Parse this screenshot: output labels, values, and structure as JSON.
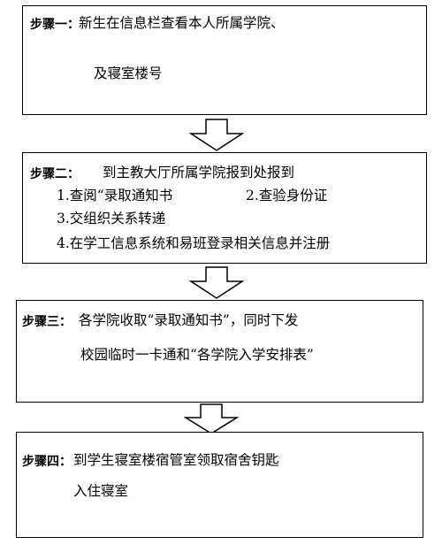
{
  "steps": [
    {
      "label": "步骤一：",
      "lines": [
        "新生在信息栏查看本人所属学院、",
        "及寝室楼号"
      ]
    },
    {
      "label": "步骤二：",
      "lines": [
        "到主教大厅所属学院报到处报到",
        "1.查阅“录取通知书",
        "2.查验身份证",
        "3.交组织关系转递",
        "4.在学工信息系统和易班登录相关信息并注册"
      ]
    },
    {
      "label": "步骤三：",
      "lines": [
        "各学院收取“录取通知书”，同时下发",
        "校园临时一卡通和“各学院入学安排表”"
      ]
    },
    {
      "label": "步骤四：",
      "lines": [
        "到学生寝室楼宿管室领取宿舍钥匙",
        "入住寝室"
      ]
    }
  ]
}
